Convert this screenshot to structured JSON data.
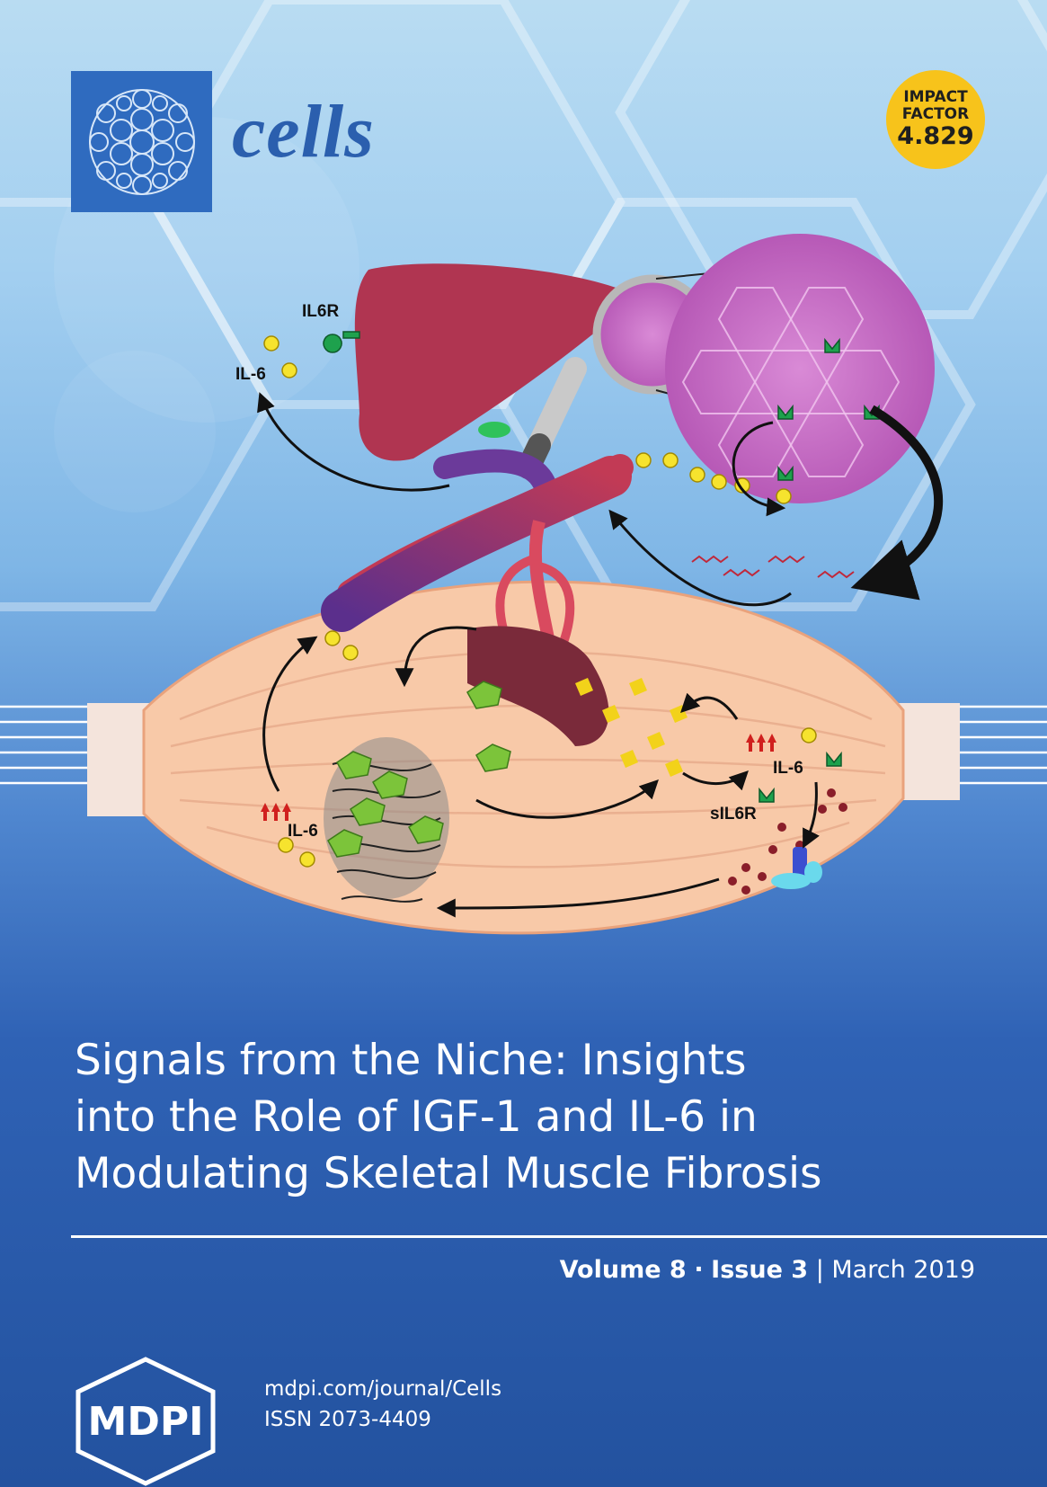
{
  "journal": {
    "name": "cells",
    "logo_icon": "cell-cluster-icon"
  },
  "impact_factor": {
    "line1": "IMPACT",
    "line2": "FACTOR",
    "value": "4.829"
  },
  "illustration": {
    "labels": {
      "il6r": "IL6R",
      "il6_top": "IL-6",
      "il6_right": "IL-6",
      "sil6r": "sIL6R",
      "il6_left": "IL-6"
    }
  },
  "article": {
    "title_line1": "Signals from the Niche: Insights",
    "title_line2": "into the Role of IGF-1 and IL-6 in",
    "title_line3": "Modulating Skeletal Muscle Fibrosis"
  },
  "issue": {
    "volume": "Volume 8",
    "separator": "·",
    "issue": "Issue 3",
    "divider": "|",
    "date": "March 2019"
  },
  "publisher": {
    "logo_text": "MDPI",
    "url": "mdpi.com/journal/Cells",
    "issn": "ISSN 2073-4409"
  },
  "colors": {
    "brand_blue": "#2f6bbf",
    "impact_yellow": "#f7c31b",
    "muscle": "#f8c9a8",
    "liver": "#b03551"
  }
}
